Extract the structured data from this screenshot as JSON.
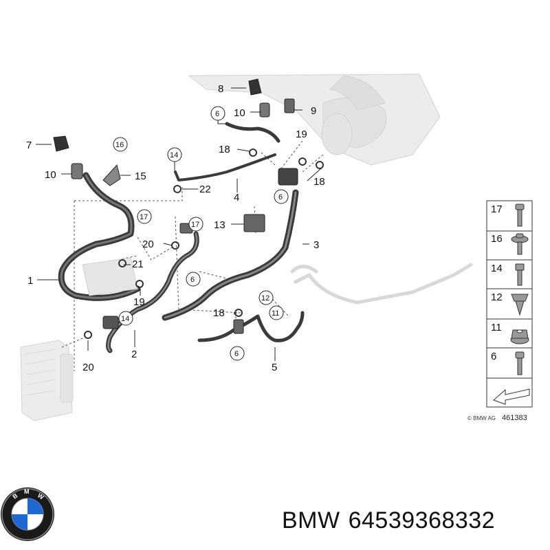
{
  "callouts": {
    "p1": "1",
    "p2": "2",
    "p3": "3",
    "p4": "4",
    "p5": "5",
    "p6a": "6",
    "p6b": "6",
    "p6c": "6",
    "p6d": "6",
    "p7": "7",
    "p8": "8",
    "p9": "9",
    "p10a": "10",
    "p10b": "10",
    "p11": "11",
    "p12": "12",
    "p13": "13",
    "p14a": "14",
    "p14b": "14",
    "p15": "15",
    "p16": "16",
    "p17a": "17",
    "p17b": "17",
    "p18a": "18",
    "p18b": "18",
    "p18c": "18",
    "p19a": "19",
    "p19b": "19",
    "p20a": "20",
    "p20b": "20",
    "p21": "21",
    "p22": "22"
  },
  "legend": {
    "items": [
      "17",
      "16",
      "14",
      "12",
      "11",
      "6"
    ]
  },
  "copyright": "© BMW AG",
  "diagram_ref": "461383",
  "brand": "BMW",
  "part_number": "64539368332",
  "icons": [
    "bmw-logo-icon",
    "arrow-icon"
  ]
}
